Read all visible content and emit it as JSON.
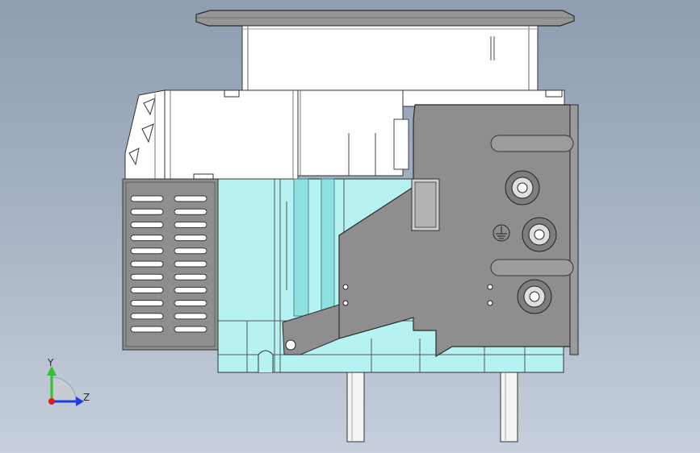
{
  "view": {
    "background_top": "#8f9db1",
    "background_bottom": "#c6cfdb"
  },
  "triad": {
    "x_label": "",
    "y_label": "Y",
    "z_label": "Z",
    "y_color": "#2ec22e",
    "z_color": "#1f3fe0",
    "origin_color": "#e01b1b"
  },
  "model": {
    "plate_color": "#8e8e8e",
    "body_color": "#ffffff",
    "base_color": "#b7f2f2",
    "accent_color": "#8fe0e0",
    "symbol": "ground-symbol"
  }
}
